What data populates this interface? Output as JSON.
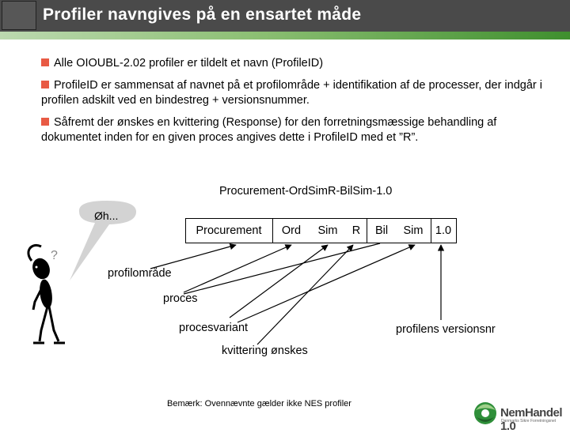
{
  "title": "Profiler navngives på en ensartet måde",
  "bullets": [
    "Alle OIOUBL-2.02 profiler er tildelt et navn (ProfileID)",
    "ProfileID er sammensat af navnet på et profilområde + identifikation af de processer, der indgår i profilen adskilt ved en bindestreg + versionsnummer.",
    "Såfremt der ønskes en kvittering (Response) for den forretningsmæssige behandling af dokumentet inden for en given proces angives dette i ProfileID med et ”R”."
  ],
  "profile_id_example": "Procurement-OrdSimR-BilSim-1.0",
  "speech_bubble": "Øh...",
  "question_mark": "?",
  "segments": [
    "Procurement",
    "Ord",
    "Sim",
    "R",
    "Bil",
    "Sim",
    "1.0"
  ],
  "labels": {
    "profilomraade": "profilområde",
    "proces": "proces",
    "procesvariant": "procesvariant",
    "kvittering": "kvittering ønskes",
    "version": "profilens versionsnr"
  },
  "note": "Bemærk: Ovennævnte gælder ikke NES profiler",
  "logo": {
    "name": "NemHandel 1.0",
    "tagline": "Danmarks Sikre Forretningsnet"
  },
  "colors": {
    "title_bar": "#4a4a4a",
    "bullet": "#e85a44",
    "green_band": "#3f8f2e"
  }
}
